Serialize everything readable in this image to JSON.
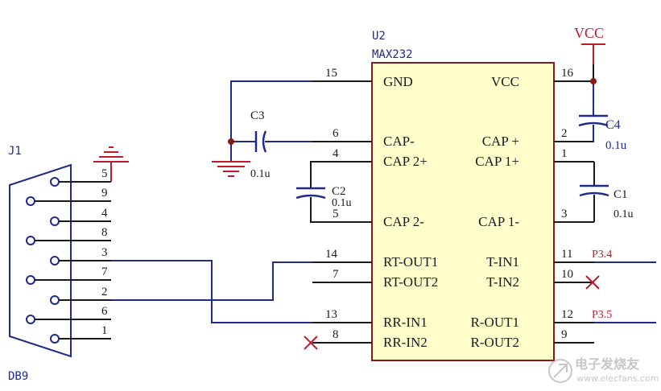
{
  "chip": {
    "ref": "U2",
    "part": "MAX232",
    "left_pins": [
      {
        "num": "15",
        "name": "GND"
      },
      {
        "num": "6",
        "name": "CAP-"
      },
      {
        "num": "4",
        "name": "CAP 2+"
      },
      {
        "num": "5",
        "name": "CAP 2-"
      },
      {
        "num": "14",
        "name": "RT-OUT1"
      },
      {
        "num": "7",
        "name": "RT-OUT2"
      },
      {
        "num": "13",
        "name": "RR-IN1"
      },
      {
        "num": "8",
        "name": "RR-IN2"
      }
    ],
    "right_pins": [
      {
        "num": "16",
        "name": "VCC"
      },
      {
        "num": "2",
        "name": "CAP +"
      },
      {
        "num": "1",
        "name": "CAP 1+"
      },
      {
        "num": "3",
        "name": "CAP 1-"
      },
      {
        "num": "11",
        "name": "T-IN1"
      },
      {
        "num": "10",
        "name": "T-IN2"
      },
      {
        "num": "12",
        "name": "R-OUT1"
      },
      {
        "num": "9",
        "name": "R-OUT2"
      }
    ]
  },
  "power": {
    "vcc_label": "VCC"
  },
  "capacitors": [
    {
      "ref": "C3",
      "value": "0.1u"
    },
    {
      "ref": "C2",
      "value": "0.1u"
    },
    {
      "ref": "C4",
      "value": "0.1u"
    },
    {
      "ref": "C1",
      "value": "0.1u"
    }
  ],
  "nets": {
    "p34": "P3.4",
    "p35": "P3.5"
  },
  "connector": {
    "ref": "J1",
    "type": "DB9",
    "pins": [
      "5",
      "9",
      "4",
      "8",
      "3",
      "7",
      "2",
      "6",
      "1"
    ]
  },
  "watermark": {
    "text": "电子发烧友",
    "url": "www.elecfans.com"
  },
  "colors": {
    "chip_fill": "#ffffcc",
    "chip_border": "#8a1a1a",
    "wire_black": "#1a1a1a",
    "wire_blue": "#1f2a8c",
    "power_red": "#c0192b"
  }
}
